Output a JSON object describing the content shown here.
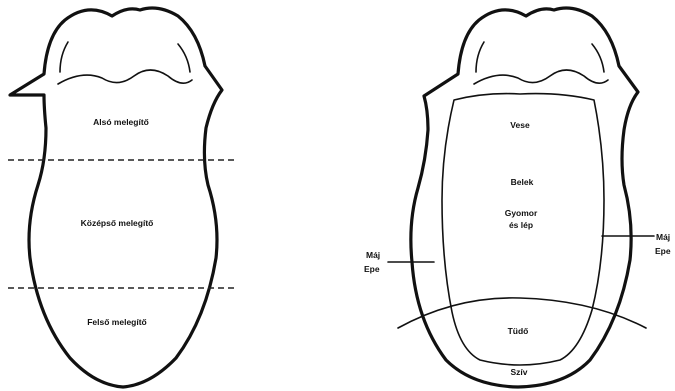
{
  "left_diagram": {
    "labels": {
      "lower": "Alsó melegítő",
      "middle": "Középső melegítő",
      "upper": "Felső melegítő"
    }
  },
  "right_diagram": {
    "labels": {
      "kidney": "Vese",
      "intestines": "Belek",
      "stomach_spleen_line1": "Gyomor",
      "stomach_spleen_line2": "és lép",
      "liver_left": "Máj",
      "gallbladder_left": "Epe",
      "liver_right": "Máj",
      "gallbladder_right": "Epe",
      "lung": "Tüdő",
      "heart": "Szív"
    }
  }
}
